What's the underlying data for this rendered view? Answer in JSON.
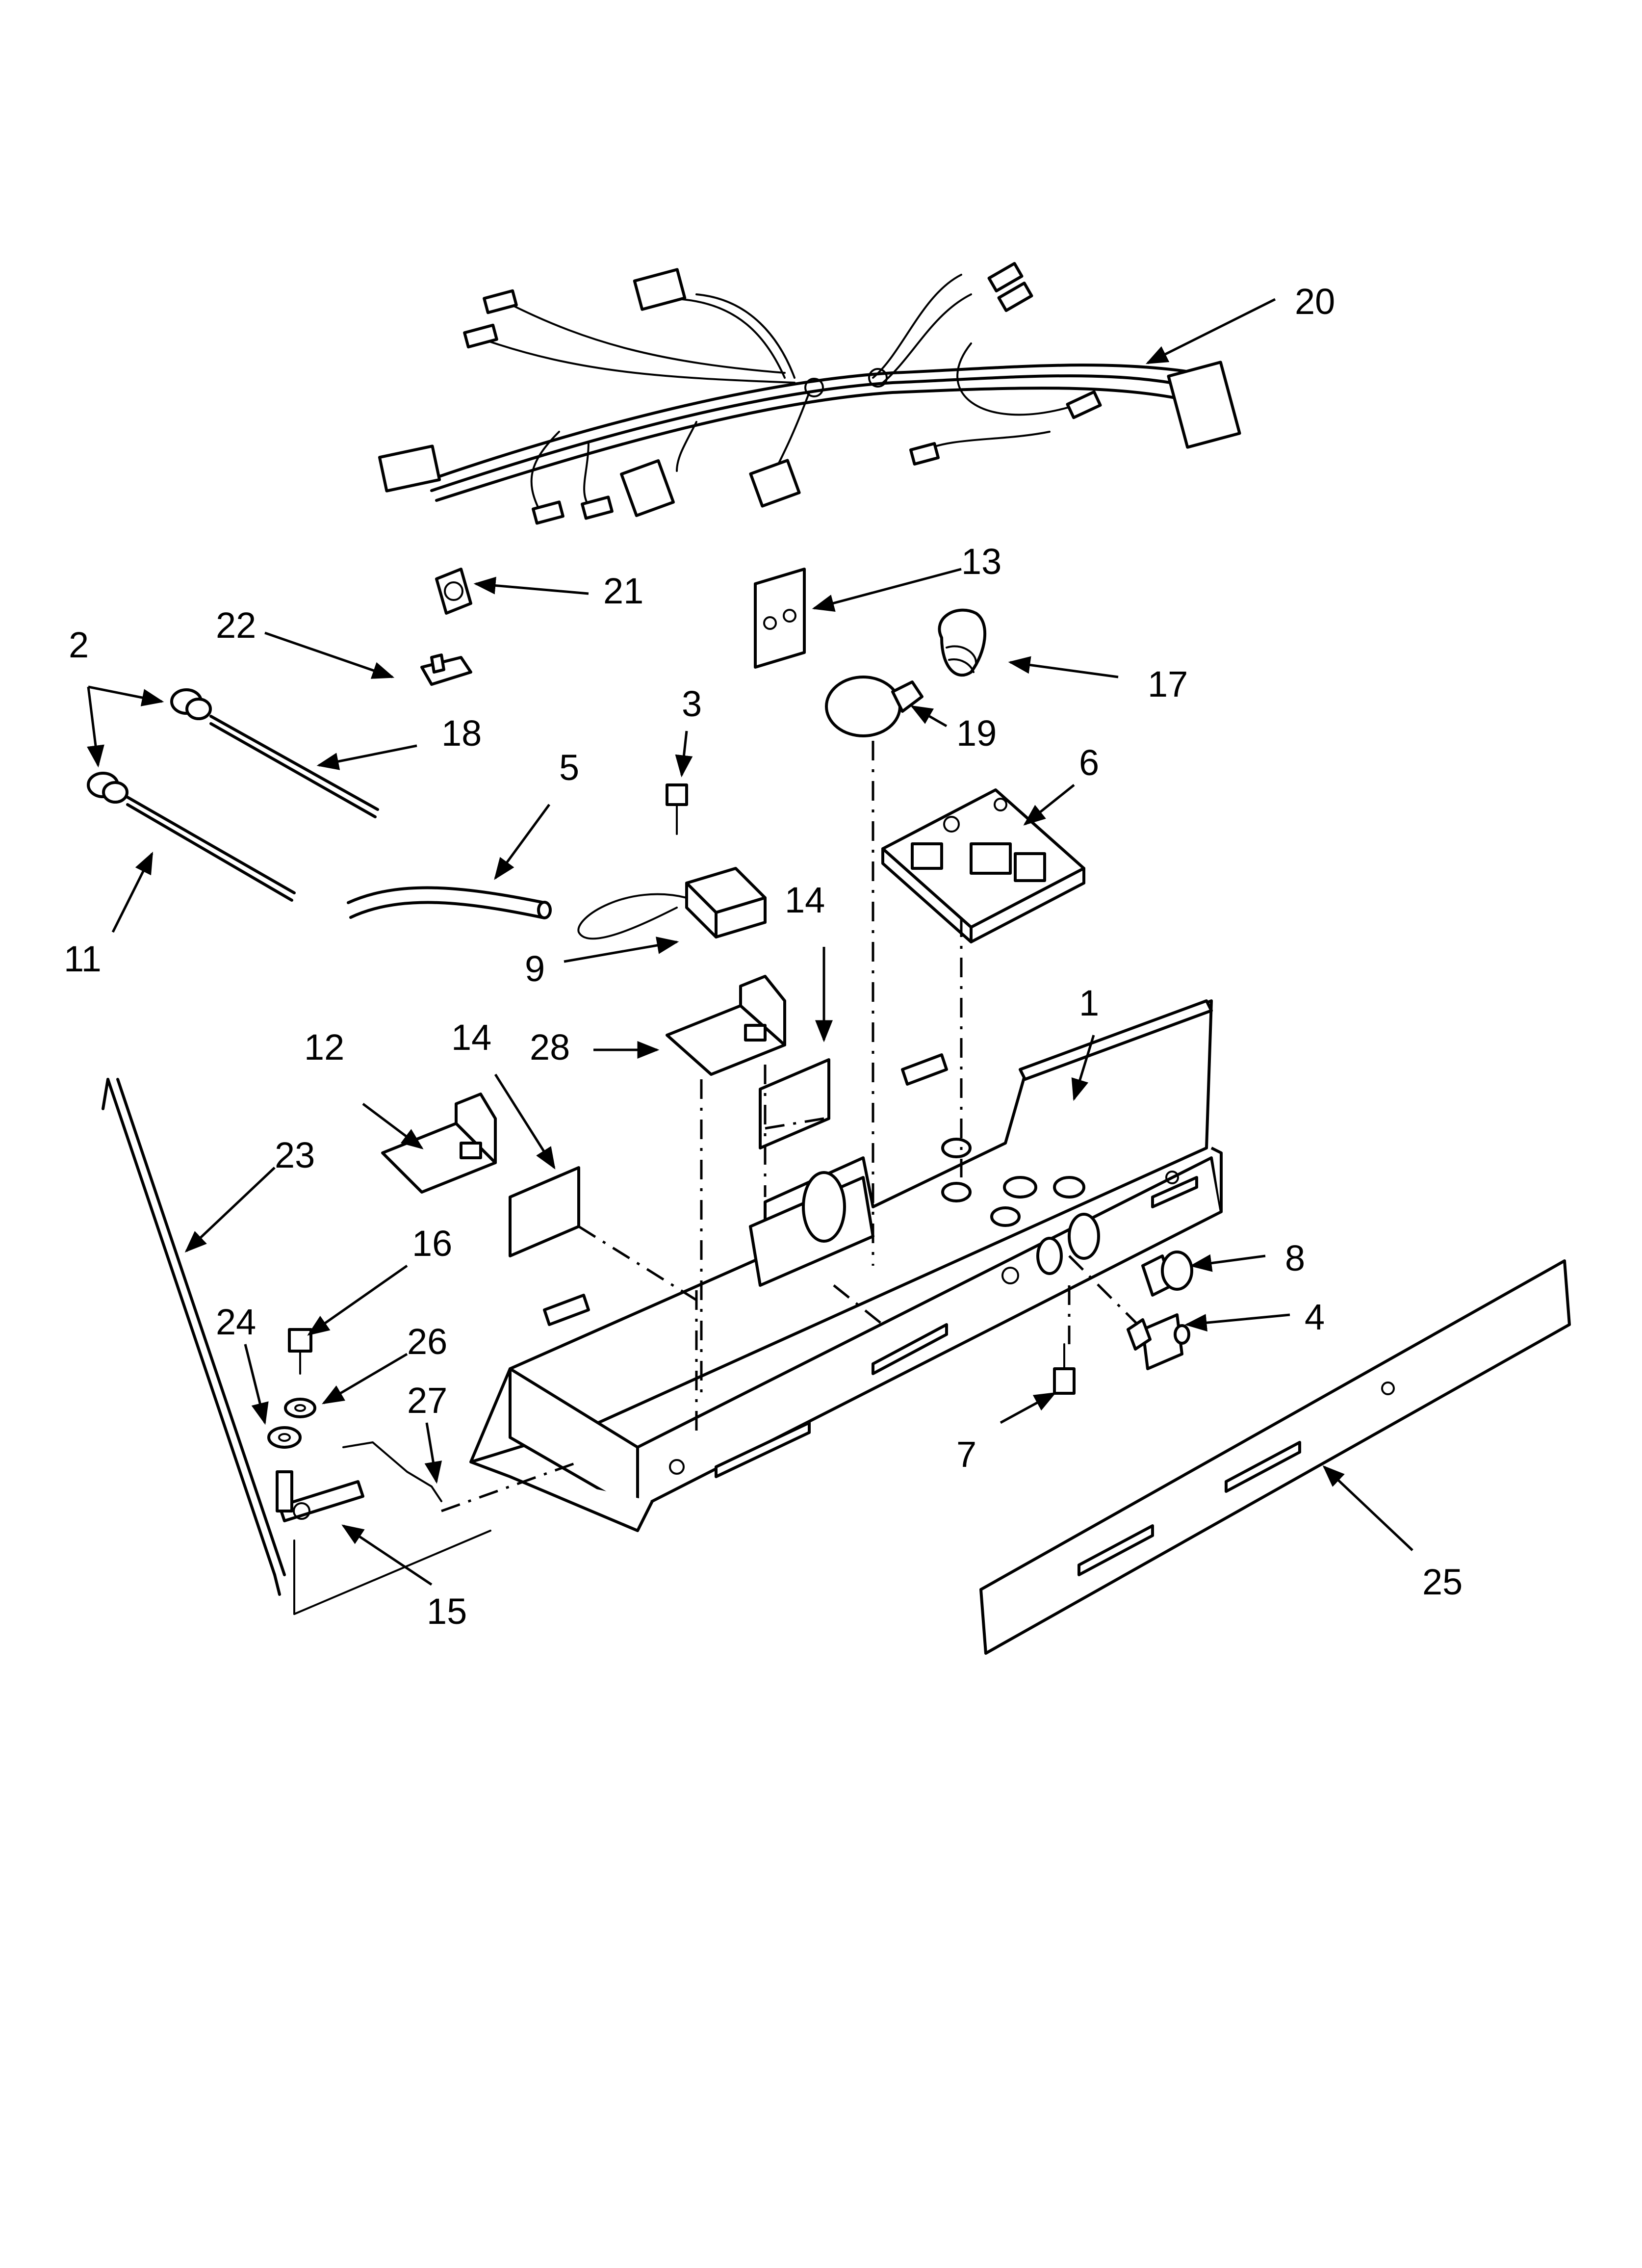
{
  "diagram": {
    "callouts": [
      {
        "id": "c1",
        "text": "1"
      },
      {
        "id": "c2",
        "text": "2"
      },
      {
        "id": "c3",
        "text": "3"
      },
      {
        "id": "c4",
        "text": "4"
      },
      {
        "id": "c5",
        "text": "5"
      },
      {
        "id": "c6",
        "text": "6"
      },
      {
        "id": "c7",
        "text": "7"
      },
      {
        "id": "c8",
        "text": "8"
      },
      {
        "id": "c9",
        "text": "9"
      },
      {
        "id": "c11",
        "text": "11"
      },
      {
        "id": "c12",
        "text": "12"
      },
      {
        "id": "c13",
        "text": "13"
      },
      {
        "id": "c14a",
        "text": "14"
      },
      {
        "id": "c14b",
        "text": "14"
      },
      {
        "id": "c15",
        "text": "15"
      },
      {
        "id": "c16",
        "text": "16"
      },
      {
        "id": "c17",
        "text": "17"
      },
      {
        "id": "c18",
        "text": "18"
      },
      {
        "id": "c19",
        "text": "19"
      },
      {
        "id": "c20",
        "text": "20"
      },
      {
        "id": "c21",
        "text": "21"
      },
      {
        "id": "c22",
        "text": "22"
      },
      {
        "id": "c23",
        "text": "23"
      },
      {
        "id": "c24",
        "text": "24"
      },
      {
        "id": "c25",
        "text": "25"
      },
      {
        "id": "c26",
        "text": "26"
      },
      {
        "id": "c27",
        "text": "27"
      },
      {
        "id": "c28",
        "text": "28"
      }
    ]
  }
}
